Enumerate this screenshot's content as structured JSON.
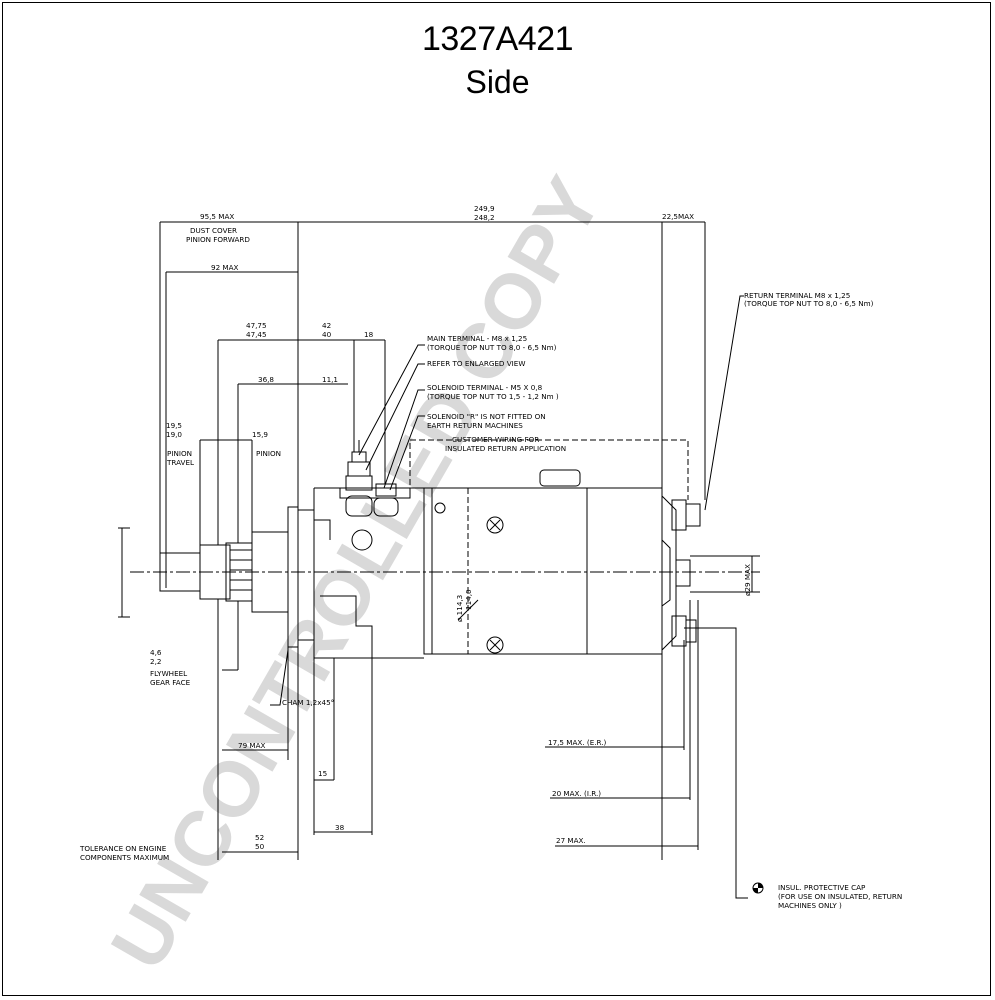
{
  "header": {
    "part_number": "1327A421",
    "view": "Side"
  },
  "watermark": "UNCONTROLLED COPY",
  "colors": {
    "line": "#000000",
    "watermark": "#d9d9d9",
    "background": "#ffffff"
  },
  "dimensions": {
    "d_95_5": "95,5 MAX",
    "dust_cover_1": "DUST COVER",
    "dust_cover_2": "PINION FORWARD",
    "d_92": "92 MAX",
    "d_249_9": "249,9",
    "d_248_2": "248,2",
    "d_22_5": "22,5MAX",
    "d_47_75": "47,75",
    "d_47_45": "47,45",
    "d_42": "42",
    "d_40": "40",
    "d_18": "18",
    "d_36_8": "36,8",
    "d_11_1": "11,1",
    "d_19_5": "19,5",
    "d_19_0": "19,0",
    "d_15_9": "15,9",
    "pinion_travel_1": "PINION",
    "pinion_travel_2": "TRAVEL",
    "pinion": "PINION",
    "d_4_6": "4,6",
    "d_2_2": "2,2",
    "flywheel_1": "FLYWHEEL",
    "flywheel_2": "GEAR FACE",
    "chamfer": "CHAM 1,2x45°",
    "d_79": "79 MAX",
    "d_15": "15",
    "d_38": "38",
    "d_52": "52",
    "d_50": "50",
    "tolerance_1": "TOLERANCE ON ENGINE",
    "tolerance_2": "COMPONENTS MAXIMUM",
    "d_17_5": "17,5 MAX.    (E.R.)",
    "d_20": "20 MAX.    (I.R.)",
    "d_27": "27 MAX.",
    "dia_29": "ø29 MAX",
    "dia_114": "ø 114,3",
    "dia_114b": "114,0"
  },
  "callouts": {
    "main_terminal_1": "MAIN TERMINAL - M8 x 1,25",
    "main_terminal_2": "(TORQUE TOP NUT TO 8,0 - 6,5 Nm)",
    "refer": "REFER TO ENLARGED VIEW",
    "solenoid_terminal_1": "SOLENOID TERMINAL - M5 X 0,8",
    "solenoid_terminal_2": "(TORQUE TOP NUT TO 1,5 -  1,2 Nm )",
    "solenoid_r_1": "SOLENOID \"R\" IS NOT FITTED ON",
    "solenoid_r_2": "EARTH RETURN MACHINES",
    "customer_wiring_1": "CUSTOMER WIRING FOR",
    "customer_wiring_2": "INSULATED RETURN APPLICATION",
    "return_terminal_1": "RETURN TERMINAL M8 x 1,25",
    "return_terminal_2": "(TORQUE TOP NUT TO 8,0 - 6,5 Nm)",
    "insul_cap_1": "INSUL. PROTECTIVE CAP",
    "insul_cap_2": "(FOR USE ON INSULATED, RETURN",
    "insul_cap_3": "MACHINES ONLY )"
  }
}
